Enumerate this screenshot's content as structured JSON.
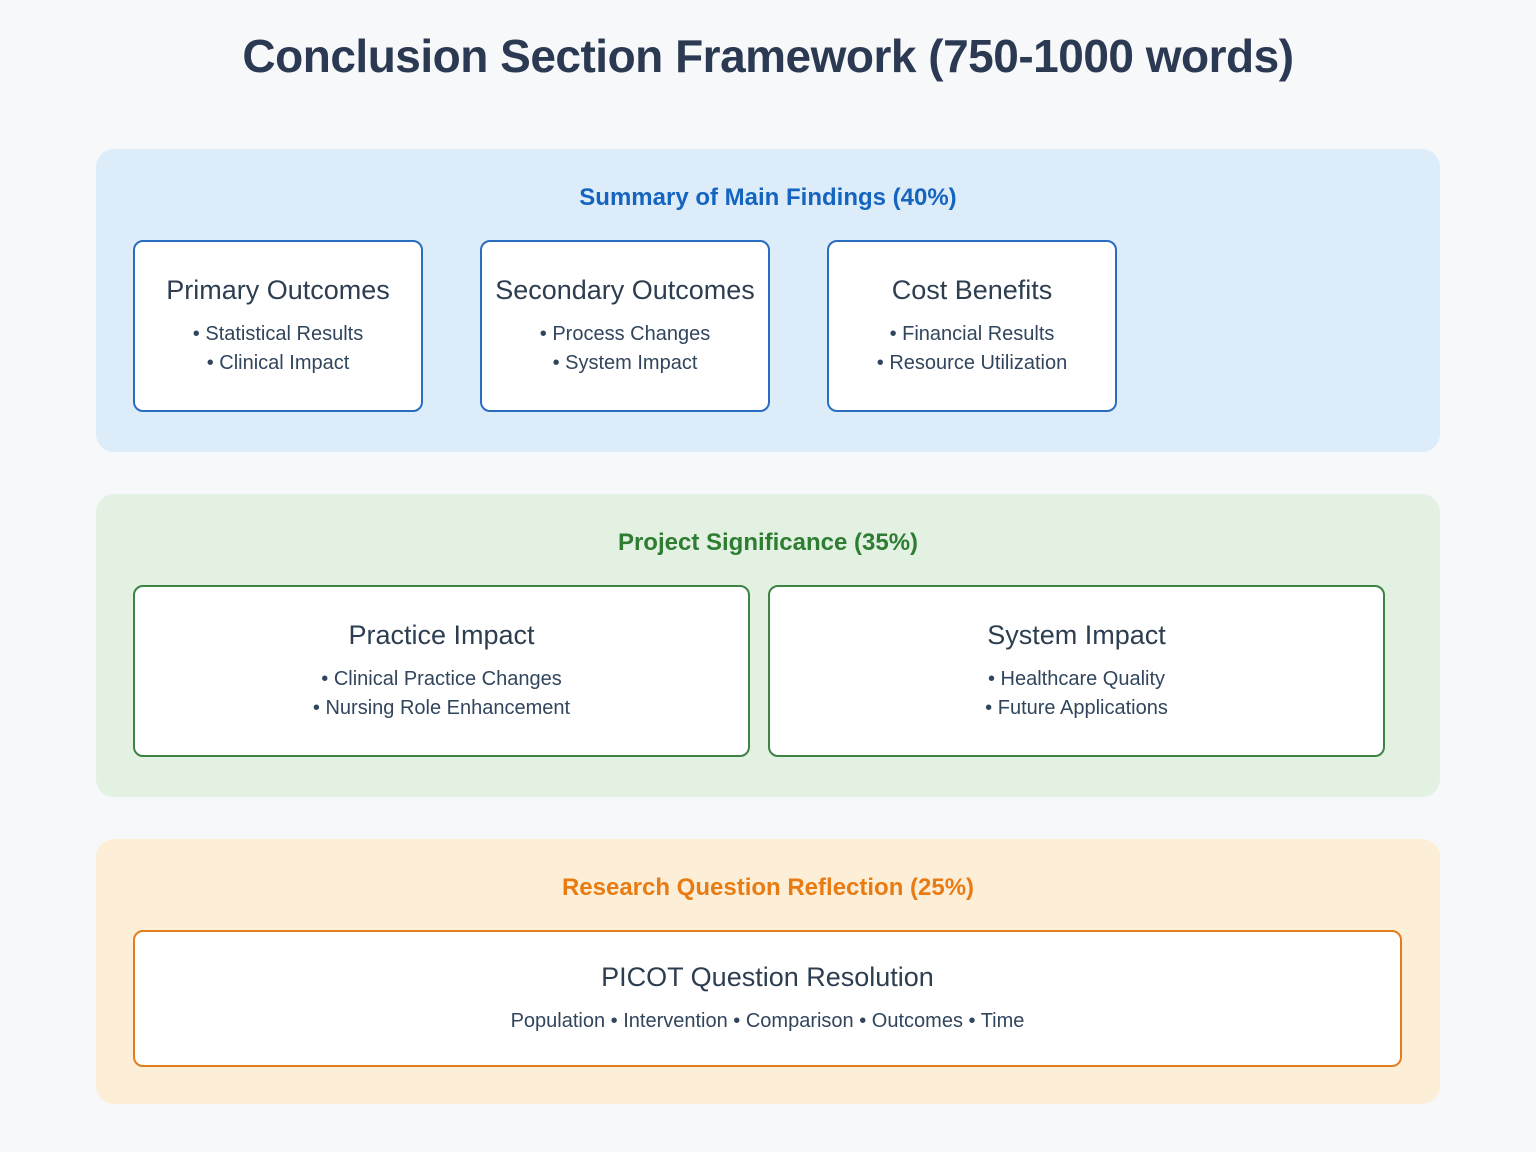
{
  "title": "Conclusion Section Framework (750-1000 words)",
  "colors": {
    "page_bg": "#f7f8fa",
    "title_text": "#2b3a52",
    "card_bg": "#ffffff",
    "card_title_text": "#2c3e50",
    "card_body_text": "#31455c"
  },
  "sections": [
    {
      "heading": "Summary of Main Findings (40%)",
      "colors": {
        "heading": "#1565c0",
        "bg": "#ddecf9",
        "border": "#2a6cc0"
      },
      "cards": [
        {
          "title": "Primary Outcomes",
          "bullets": [
            "• Statistical Results",
            "• Clinical Impact"
          ]
        },
        {
          "title": "Secondary Outcomes",
          "bullets": [
            "• Process Changes",
            "• System Impact"
          ]
        },
        {
          "title": "Cost Benefits",
          "bullets": [
            "• Financial Results",
            "• Resource Utilization"
          ]
        }
      ]
    },
    {
      "heading": "Project Significance (35%)",
      "colors": {
        "heading": "#2e7d32",
        "bg": "#e3f1e3",
        "border": "#3c8344"
      },
      "cards": [
        {
          "title": "Practice Impact",
          "bullets": [
            "• Clinical Practice Changes",
            "• Nursing Role Enhancement"
          ]
        },
        {
          "title": "System Impact",
          "bullets": [
            "• Healthcare Quality",
            "• Future Applications"
          ]
        }
      ]
    },
    {
      "heading": "Research Question Reflection (25%)",
      "colors": {
        "heading": "#e87c12",
        "bg": "#fdeed8",
        "border": "#e07f1c"
      },
      "cards": [
        {
          "title": "PICOT Question Resolution",
          "subtitle": "Population • Intervention • Comparison • Outcomes • Time"
        }
      ]
    }
  ]
}
